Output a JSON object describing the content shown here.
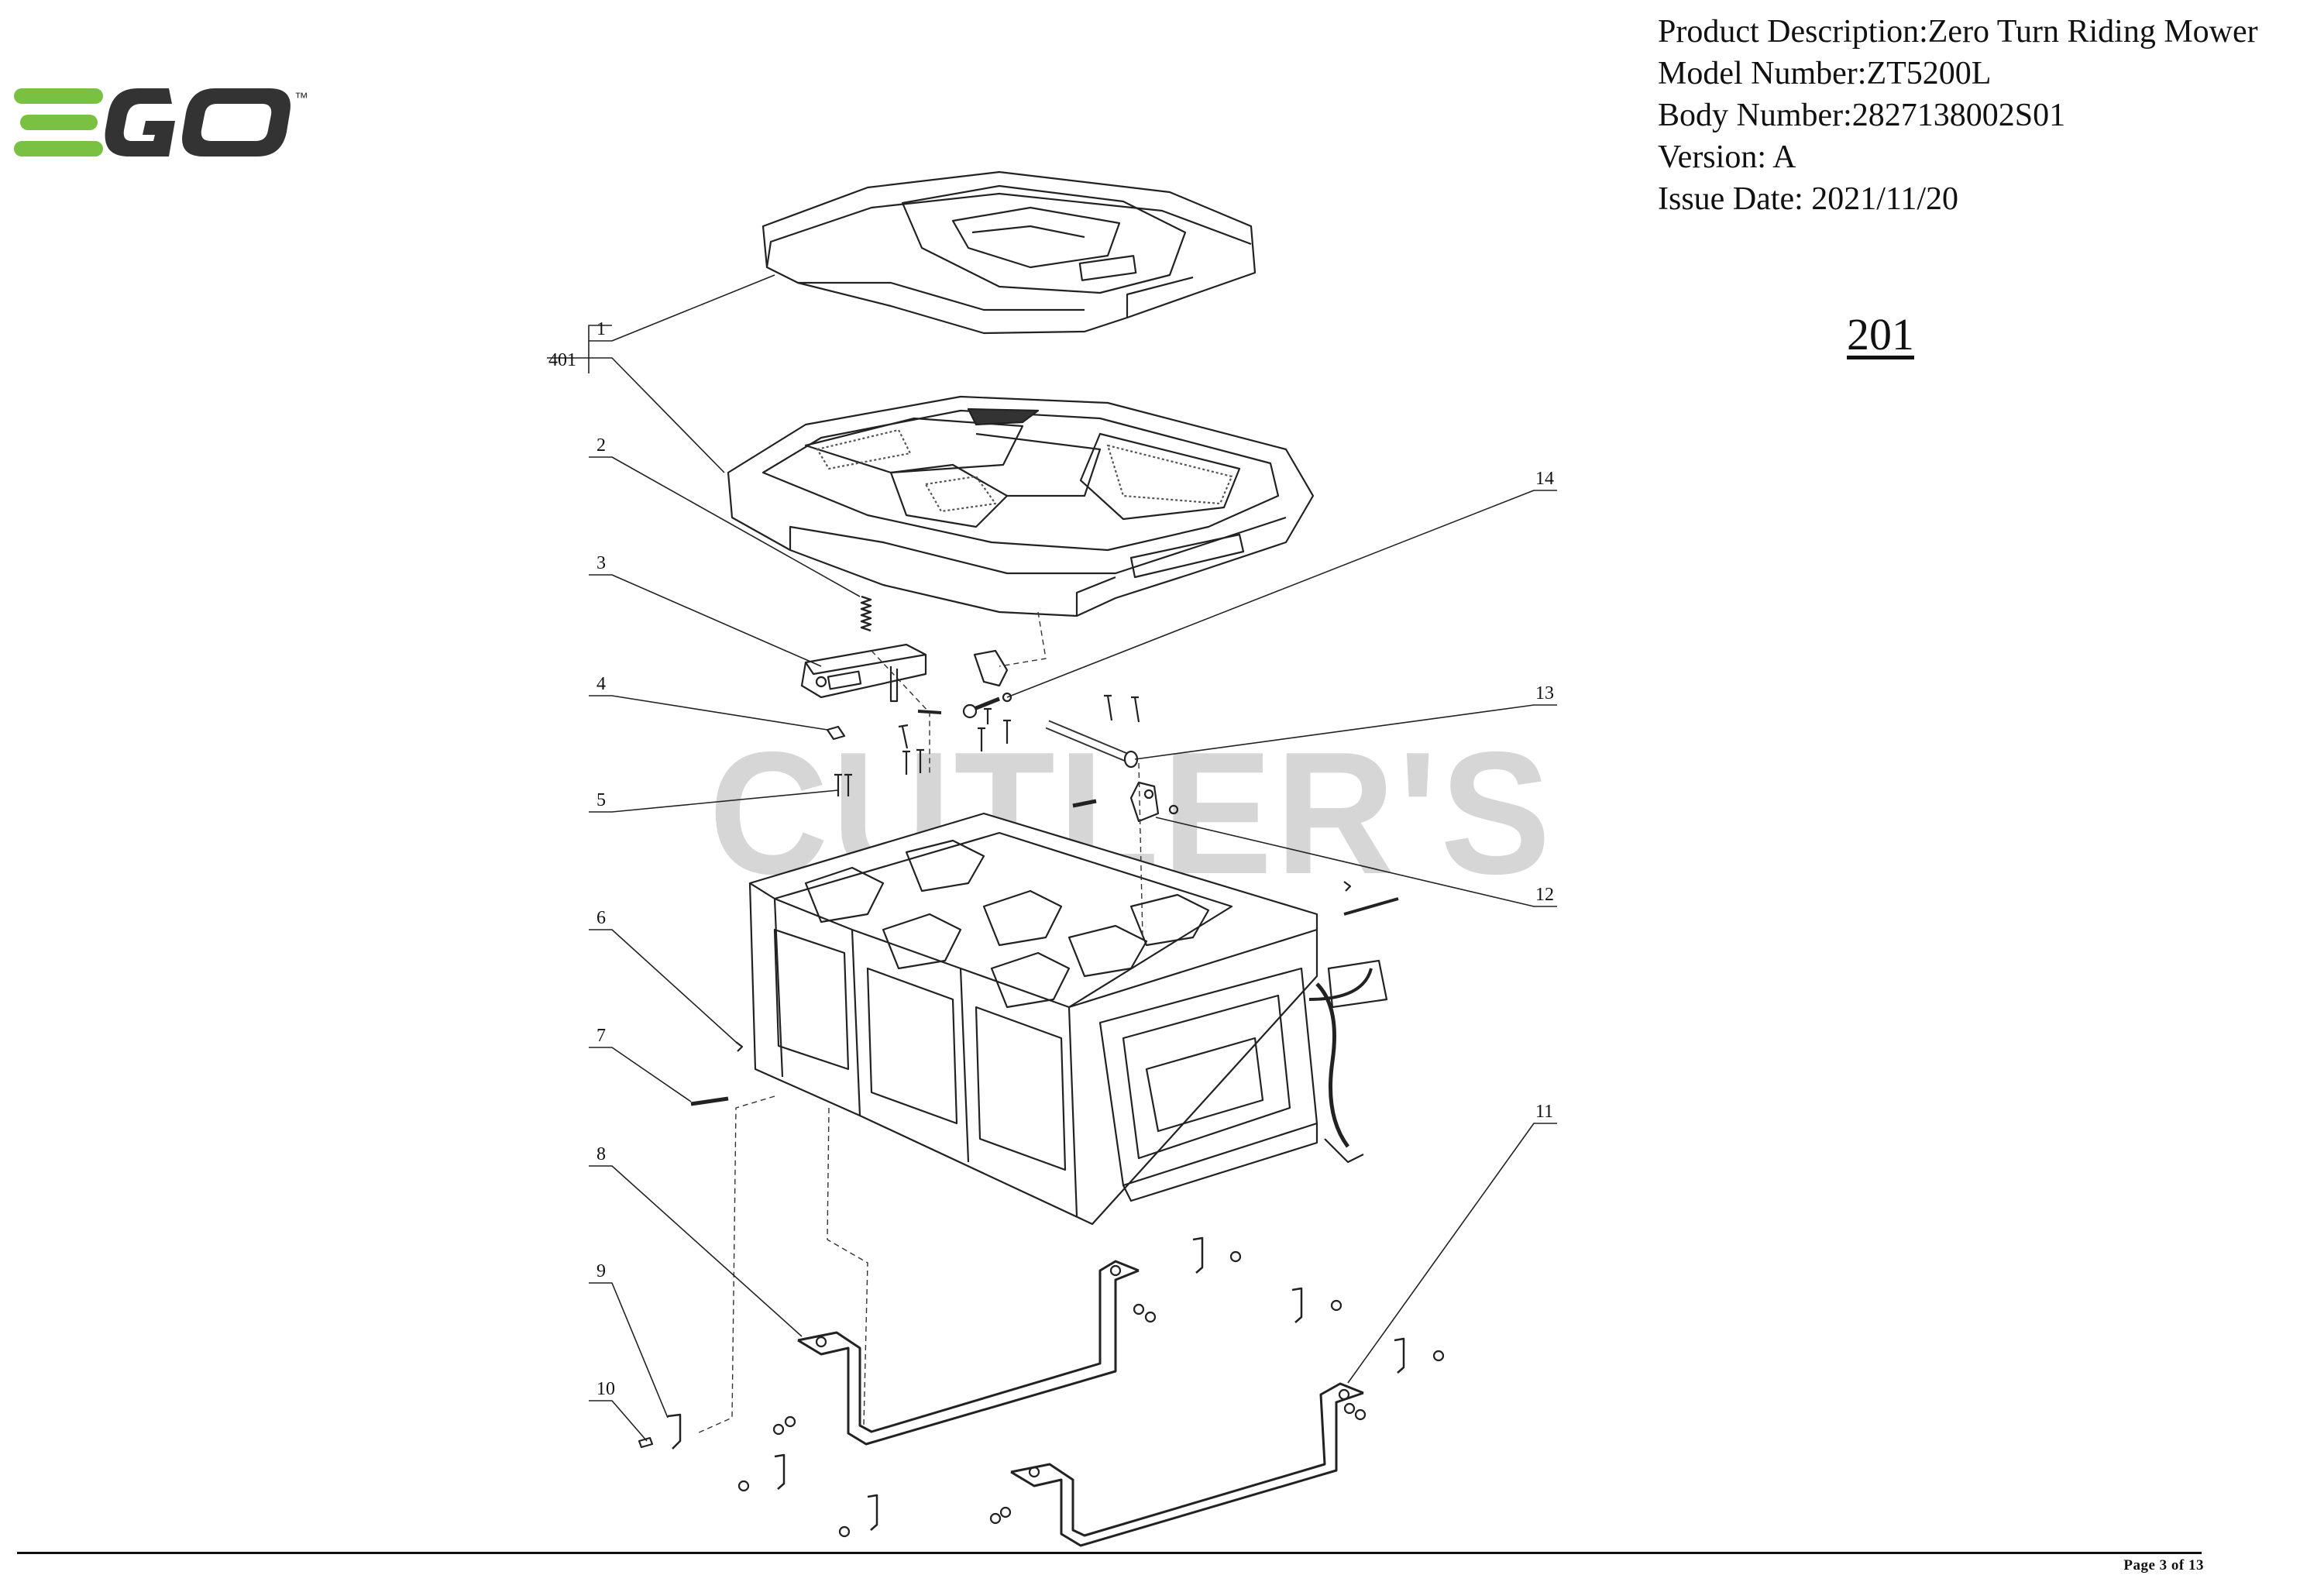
{
  "brand": {
    "logo_text": "EGO",
    "trademark": "™",
    "logo_color": "#7ac143",
    "logo_dark": "#333333"
  },
  "header": {
    "product_description": "Product Description:Zero Turn Riding Mower",
    "model_number": "Model Number:ZT5200L",
    "body_number": "Body Number:2827138002S01",
    "version": "Version: A",
    "issue_date": "Issue Date: 2021/11/20"
  },
  "section_number": "201",
  "watermark": "CUTLER'S",
  "callouts": {
    "c1": "1",
    "c401": "401",
    "c2": "2",
    "c3": "3",
    "c4": "4",
    "c5": "5",
    "c6": "6",
    "c7": "7",
    "c8": "8",
    "c9": "9",
    "c10": "10",
    "c11": "11",
    "c12": "12",
    "c13": "13",
    "c14": "14"
  },
  "footer": {
    "page": "Page 3 of 13"
  }
}
